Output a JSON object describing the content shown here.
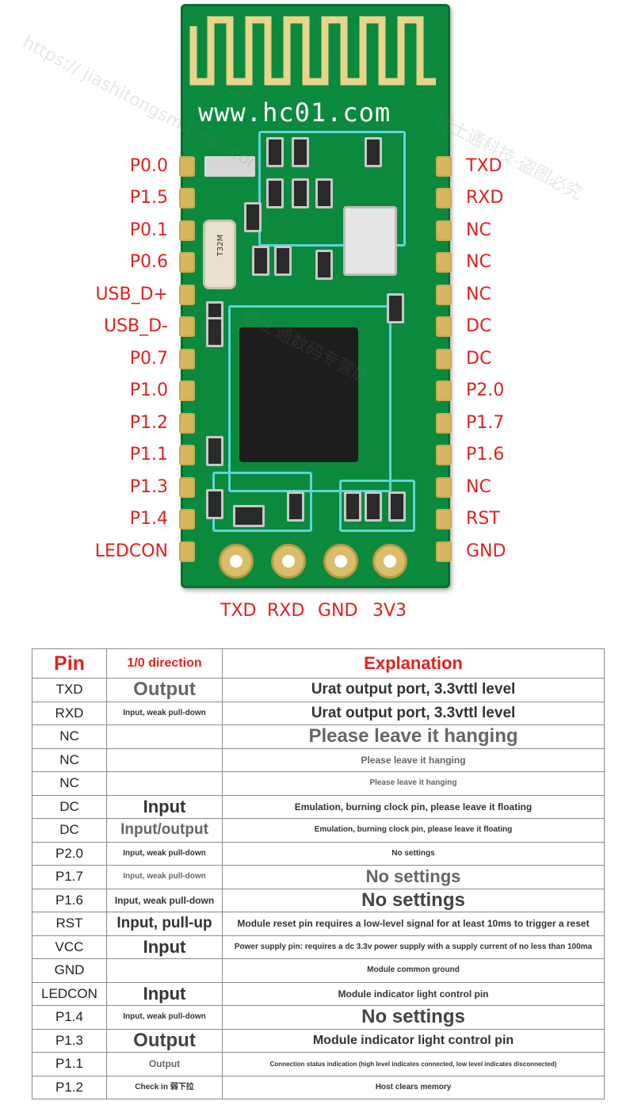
{
  "board": {
    "url": "www.hc01.com",
    "left_pins": [
      "P0.0",
      "P1.5",
      "P0.1",
      "P0.6",
      "USB_D+",
      "USB_D-",
      "P0.7",
      "P1.0",
      "P1.2",
      "P1.1",
      "P1.3",
      "P1.4",
      "LEDCON"
    ],
    "right_pins": [
      "TXD",
      "RXD",
      "NC",
      "NC",
      "NC",
      "DC",
      "DC",
      "P2.0",
      "P1.7",
      "P1.6",
      "NC",
      "RST",
      "GND"
    ],
    "bottom_pins": [
      "TXD",
      "RXD",
      "GND",
      "3V3"
    ],
    "crystal_marking": "T32M",
    "label_color": "#e0221e"
  },
  "watermark": {
    "lines": [
      "https:// jiashitongsm.tmall.com",
      "佳士通数码专营店",
      "佳士通科技-盗图必究"
    ]
  },
  "table": {
    "headers": {
      "pin": "Pin",
      "direction": "1/0 direction",
      "explanation": "Explanation"
    },
    "rows": [
      {
        "pin": "TXD",
        "direction": "Output",
        "dir_size": "lg gray",
        "explanation": "Urat output port, 3.3vttl level",
        "exp_size": "l"
      },
      {
        "pin": "RXD",
        "direction": "Input, weak pull-down",
        "dir_size": "xs",
        "explanation": "Urat output port, 3.3vttl level",
        "exp_size": "l"
      },
      {
        "pin": "NC",
        "direction": "",
        "dir_size": "xs",
        "explanation": "Please leave it hanging",
        "exp_size": "lg gray"
      },
      {
        "pin": "NC",
        "direction": "",
        "dir_size": "xs",
        "explanation": "Please leave it hanging",
        "exp_size": "s gray"
      },
      {
        "pin": "NC",
        "direction": "",
        "dir_size": "xs",
        "explanation": "Please leave it hanging",
        "exp_size": "xs gray"
      },
      {
        "pin": "DC",
        "direction": "Input",
        "dir_size": "xl",
        "explanation": "Emulation, burning clock pin, please leave it floating",
        "exp_size": "s"
      },
      {
        "pin": "DC",
        "direction": "Input/output",
        "dir_size": "l gray",
        "explanation": "Emulation, burning clock pin, please leave it floating",
        "exp_size": "xs"
      },
      {
        "pin": "P2.0",
        "direction": "Input, weak pull-down",
        "dir_size": "xs",
        "explanation": "No settings",
        "exp_size": "xs"
      },
      {
        "pin": "P1.7",
        "direction": "Input, weak pull-down",
        "dir_size": "xs gray",
        "explanation": "No settings",
        "exp_size": "xl gray"
      },
      {
        "pin": "P1.6",
        "direction": "Input, weak pull-down",
        "dir_size": "s",
        "explanation": "No settings",
        "exp_size": "lg"
      },
      {
        "pin": "RST",
        "direction": "Input, pull-up",
        "dir_size": "l",
        "explanation": "Module reset pin requires a low-level signal for at least 10ms to trigger a reset",
        "exp_size": "s"
      },
      {
        "pin": "VCC",
        "direction": "Input",
        "dir_size": "xl",
        "explanation": "Power supply pin: requires a dc 3.3v power supply with a supply current of no less than 100ma",
        "exp_size": "xs"
      },
      {
        "pin": "GND",
        "direction": "",
        "dir_size": "xs",
        "explanation": "Module common ground",
        "exp_size": "xs"
      },
      {
        "pin": "LEDCON",
        "direction": "Input",
        "dir_size": "xl",
        "explanation": "Module indicator light control pin",
        "exp_size": "s"
      },
      {
        "pin": "P1.4",
        "direction": "Input, weak pull-down",
        "dir_size": "xs",
        "explanation": "No settings",
        "exp_size": "lg"
      },
      {
        "pin": "P1.3",
        "direction": "Output",
        "dir_size": "lg",
        "explanation": "Module indicator light control pin",
        "exp_size": "m"
      },
      {
        "pin": "P1.1",
        "direction": "Output",
        "dir_size": "s gray",
        "explanation": "Connection status indication (high level indicates connected, low level indicates disconnected)",
        "exp_size": "xxs"
      },
      {
        "pin": "P1.2",
        "direction": "Check in 弱下拉",
        "dir_size": "xs",
        "explanation": "Host clears memory",
        "exp_size": "xs"
      }
    ]
  }
}
